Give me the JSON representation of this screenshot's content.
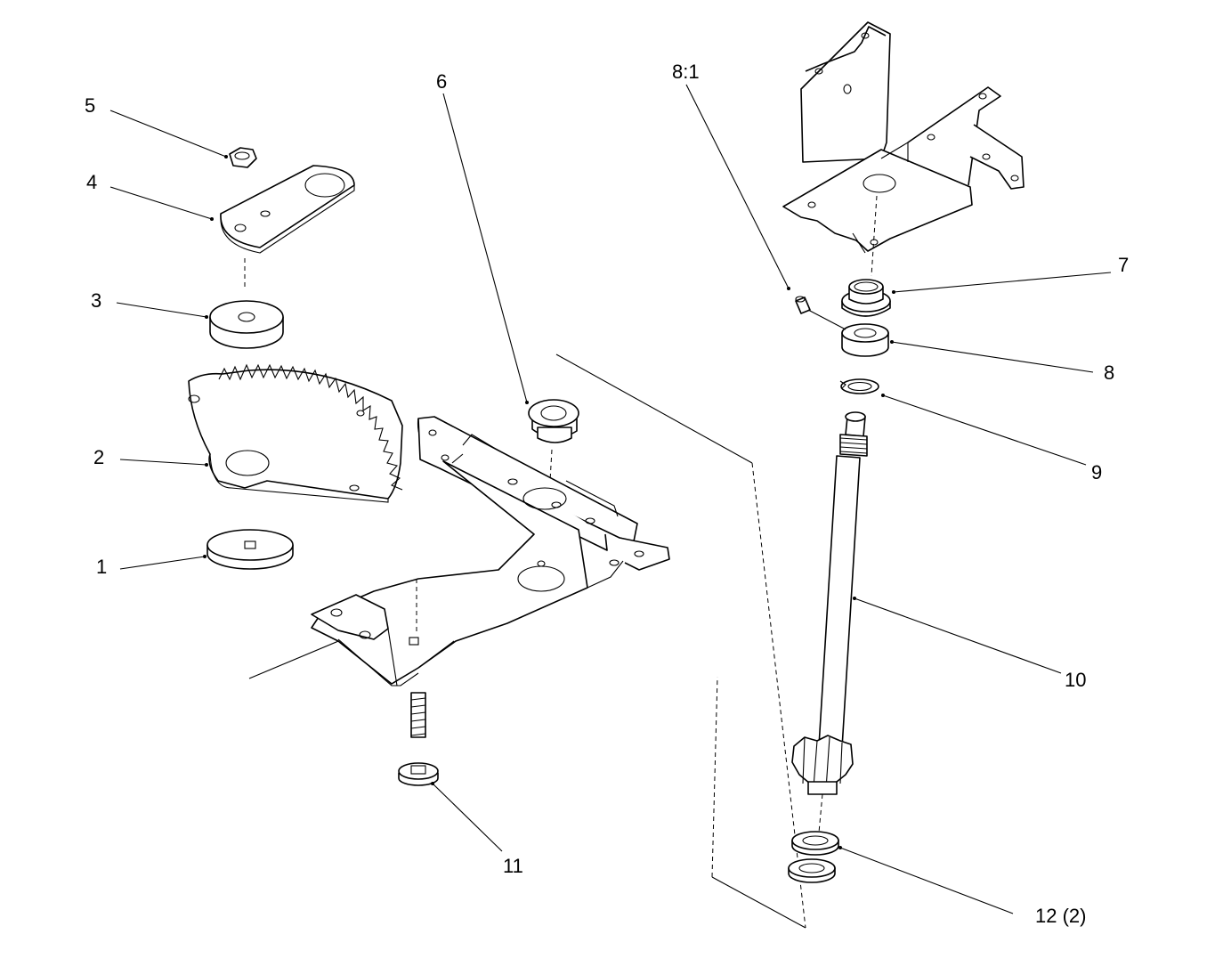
{
  "labels": {
    "p1": "1",
    "p2": "2",
    "p3": "3",
    "p4": "4",
    "p5": "5",
    "p6": "6",
    "p7": "7",
    "p8": "8",
    "p8_1": "8:1",
    "p9": "9",
    "p10": "10",
    "p11": "11",
    "p12": "12 (2)"
  }
}
